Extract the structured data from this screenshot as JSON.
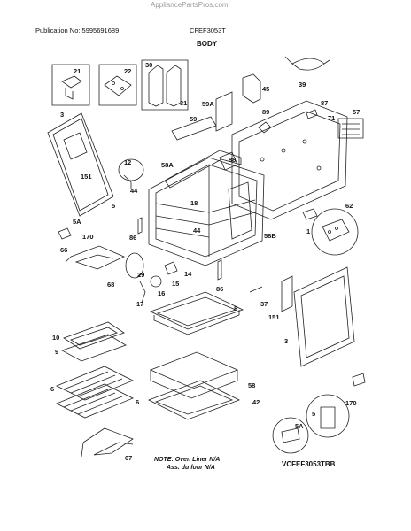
{
  "watermark": "AppliancePartsPros.com",
  "header": {
    "publication": "Publication No: 5995691689",
    "model": "CFEF3053T",
    "section": "BODY"
  },
  "callouts": {
    "c21": "21",
    "c22": "22",
    "c30": "30",
    "c31": "31",
    "c39": "39",
    "c45": "45",
    "c59a": "59A",
    "c59": "59",
    "c87": "87",
    "c89": "89",
    "c71": "71",
    "c57": "57",
    "c3a": "3",
    "c151a": "151",
    "c12": "12",
    "c44a": "44",
    "c58a": "58A",
    "c88": "88",
    "c18": "18",
    "c5a1": "5A",
    "c5a": "5",
    "c170a": "170",
    "c86a": "86",
    "c44b": "44",
    "c58b": "58B",
    "c62": "62",
    "c1": "1",
    "c66": "66",
    "c29": "29",
    "c14": "14",
    "c15": "15",
    "c16": "16",
    "c68": "68",
    "c17": "17",
    "c86b": "86",
    "c37": "37",
    "c151b": "151",
    "c8": "8",
    "c3b": "3",
    "c10": "10",
    "c9": "9",
    "c58": "58",
    "c6a": "6",
    "c6b": "6",
    "c42": "42",
    "c5b": "5",
    "c5a2": "5A",
    "c170b": "170",
    "c67": "67"
  },
  "note": {
    "line1": "NOTE: Oven Liner N/A",
    "line2": "Ass. du four N/A"
  },
  "diagram_code": "VCFEF3053TBB"
}
